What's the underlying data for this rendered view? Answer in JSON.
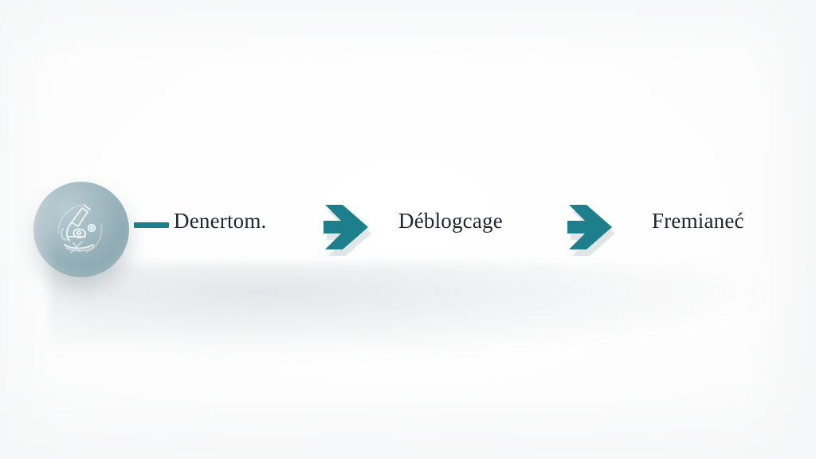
{
  "diagram": {
    "type": "horizontal-process-flow",
    "title": "",
    "background_color": "#ffffff",
    "accent_color": "#1e7f8c",
    "node_circle": {
      "icon_name": "microscope-icon",
      "fill_color": "#8aa7b0",
      "stroke_color": "#eef4f5"
    },
    "steps": [
      {
        "label": "Denertom.",
        "order": 1
      },
      {
        "label": "Déblogcage",
        "order": 2
      },
      {
        "label": "Fremianeć",
        "order": 3
      }
    ],
    "connectors": [
      {
        "name": "stub-connector",
        "kind": "line",
        "color": "#1e7f8c"
      },
      {
        "name": "arrow-1",
        "kind": "chevron-arrow",
        "color": "#1e7f8c"
      },
      {
        "name": "arrow-2",
        "kind": "chevron-arrow",
        "color": "#1e7f8c"
      }
    ]
  }
}
